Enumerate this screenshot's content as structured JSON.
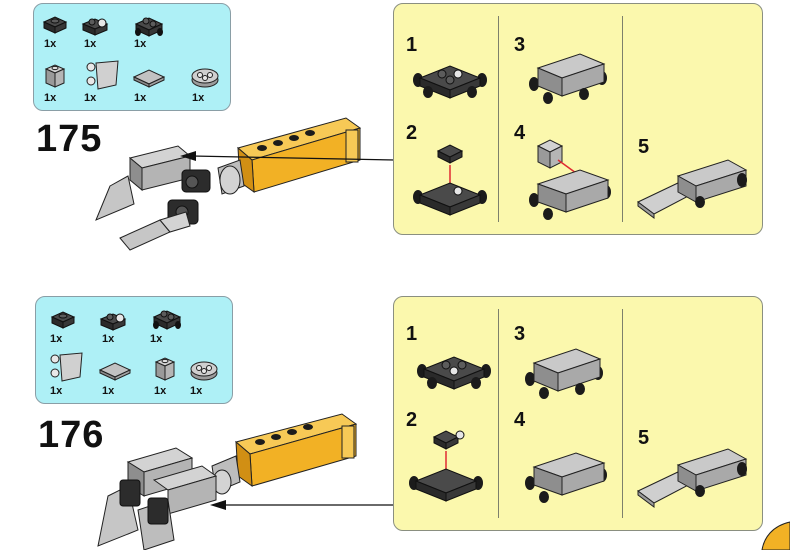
{
  "steps": [
    {
      "number": "175",
      "parts": [
        {
          "qty": "1x",
          "icon": "plate-1x1-dark-icon"
        },
        {
          "qty": "1x",
          "icon": "plate-clip-dark-icon"
        },
        {
          "qty": "1x",
          "icon": "plate-2x2-wheels-dark-icon"
        },
        {
          "qty": "1x",
          "icon": "brick-1x1-grey-icon"
        },
        {
          "qty": "1x",
          "icon": "flag-plate-icon"
        },
        {
          "qty": "1x",
          "icon": "tile-2x2-grey-icon"
        },
        {
          "qty": "1x",
          "icon": "round-plate-icon"
        }
      ],
      "substeps": [
        "1",
        "2",
        "3",
        "4",
        "5"
      ]
    },
    {
      "number": "176",
      "parts": [
        {
          "qty": "1x",
          "icon": "plate-1x1-dark-icon"
        },
        {
          "qty": "1x",
          "icon": "plate-clip-dark-icon"
        },
        {
          "qty": "1x",
          "icon": "plate-2x2-wheels-dark-icon"
        },
        {
          "qty": "1x",
          "icon": "flag-plate-icon"
        },
        {
          "qty": "1x",
          "icon": "tile-2x2-grey-icon"
        },
        {
          "qty": "1x",
          "icon": "brick-1x1-grey-icon"
        },
        {
          "qty": "1x",
          "icon": "round-plate-icon"
        }
      ],
      "substeps": [
        "1",
        "2",
        "3",
        "4",
        "5"
      ]
    }
  ],
  "colors": {
    "parts_bg": "#aef0f6",
    "substep_bg": "#fbf8ad",
    "accent_yellow": "#f2b125",
    "connector_red": "#e02a32"
  }
}
